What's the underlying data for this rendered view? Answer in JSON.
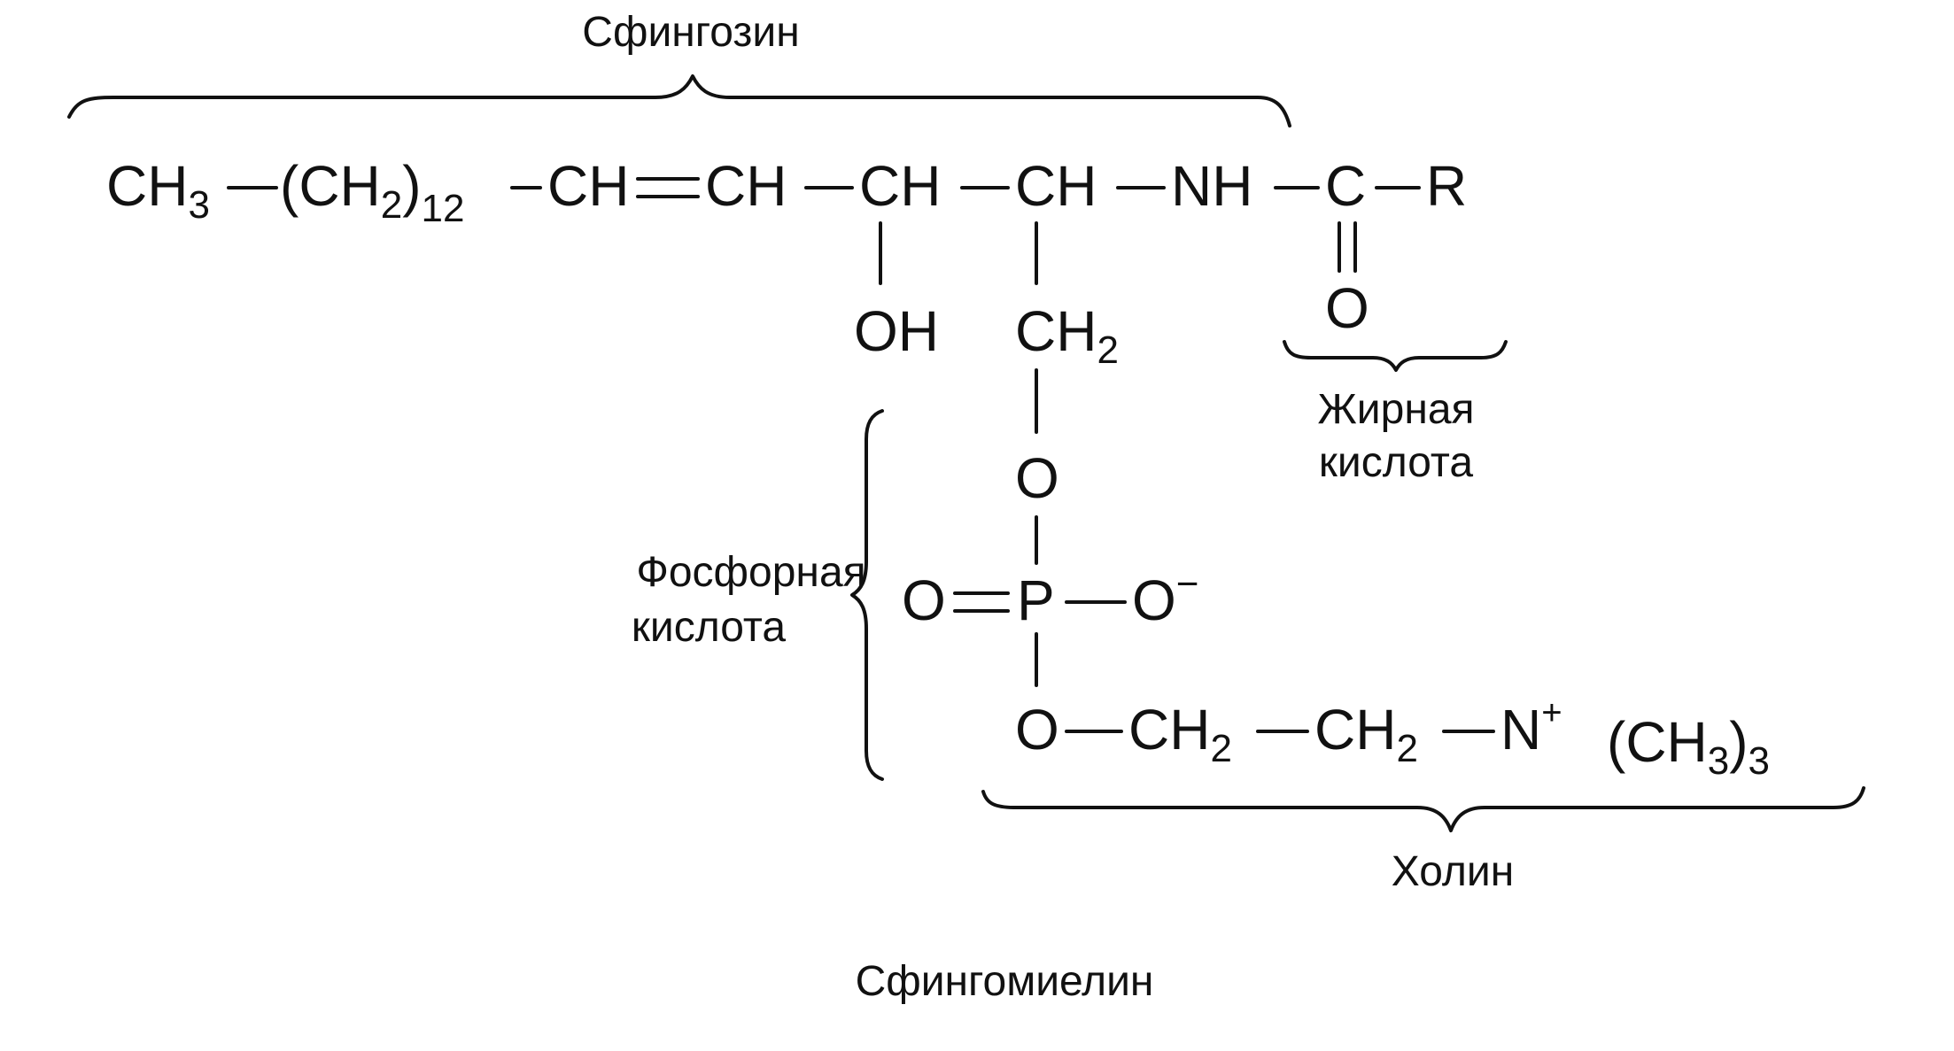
{
  "labels": {
    "sphingosine": "Сфингозин",
    "fatty_acid_line1": "Жирная",
    "fatty_acid_line2": "кислота",
    "phosphoric_line1": "Фосфорная",
    "phosphoric_line2": "кислота",
    "choline": "Холин",
    "caption": "Сфингомиелин"
  },
  "formula": {
    "ch3": "CH",
    "ch3_sub": "3",
    "ch2_paren_open": "(CH",
    "ch2_sub": "2",
    "paren_close": ")",
    "repeat_sub": "12",
    "ch_a": "CH",
    "ch_b": "CH",
    "ch_c": "CH",
    "ch_d": "CH",
    "nh": "NH",
    "c": "C",
    "r": "R",
    "o_carbonyl": "O",
    "oh": "OH",
    "ch2_side": "CH",
    "ch2_side_sub": "2",
    "o_ester": "O",
    "o_double": "O",
    "p": "P",
    "o_minus": "O",
    "minus": "−",
    "o_choline": "O",
    "ch2_choline_1": "CH",
    "ch2_choline_1_sub": "2",
    "ch2_choline_2": "CH",
    "ch2_choline_2_sub": "2",
    "n_plus": "N",
    "plus": "+",
    "methyl_group": "(CH",
    "methyl_sub": "3",
    "methyl_close": ")",
    "methyl_count": "3"
  },
  "colors": {
    "ink": "#111111",
    "background": "#ffffff"
  }
}
